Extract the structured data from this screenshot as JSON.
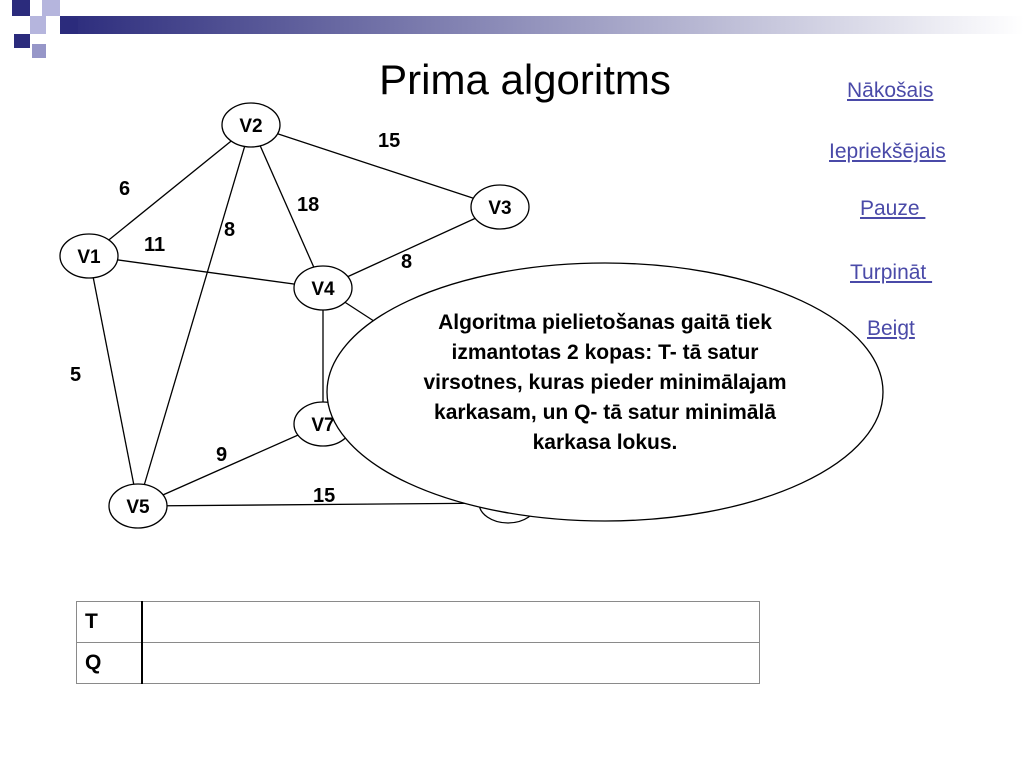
{
  "title": "Prima algoritms",
  "nav": {
    "next": "Nākošais",
    "prev": "Iepriekšējais",
    "pause": "Pauze ",
    "resume": "Turpināt ",
    "end": "Beigt"
  },
  "graph": {
    "nodes": [
      {
        "id": "v1",
        "label": "V1"
      },
      {
        "id": "v2",
        "label": "V2"
      },
      {
        "id": "v3",
        "label": "V3"
      },
      {
        "id": "v4",
        "label": "V4"
      },
      {
        "id": "v5",
        "label": "V5"
      },
      {
        "id": "v7",
        "label": "V7"
      }
    ],
    "edges": [
      {
        "id": "v1-v2",
        "weight": "6"
      },
      {
        "id": "v2-v3",
        "weight": "15"
      },
      {
        "id": "v2-v4",
        "weight": "18"
      },
      {
        "id": "v2-v5",
        "weight": "8"
      },
      {
        "id": "v1-v4",
        "weight": "11"
      },
      {
        "id": "v4-v3",
        "weight": "8"
      },
      {
        "id": "v1-v5",
        "weight": "5"
      },
      {
        "id": "v5-v7",
        "weight": "9"
      },
      {
        "id": "v5-v6",
        "weight": "15"
      }
    ]
  },
  "callout": "Algoritma pielietošanas gaitā tiek izmantotas 2 kopas: T- tā satur virsotnes, kuras pieder minimālajam karkasam, un Q- tā satur minimālā karkasa lokus.",
  "sets_table": {
    "rows": [
      {
        "label": "T",
        "value": ""
      },
      {
        "label": "Q",
        "value": ""
      }
    ]
  },
  "colors": {
    "accent": "#2b2b7c",
    "link": "#4a4aa8"
  }
}
